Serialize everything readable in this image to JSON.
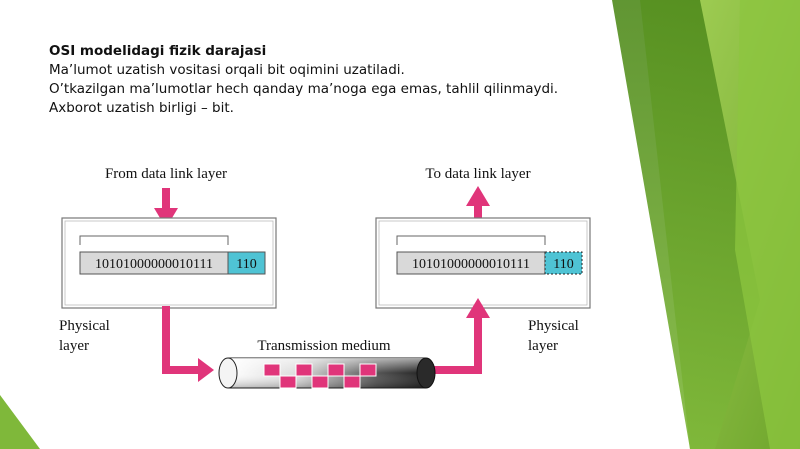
{
  "slide": {
    "title": "OSI modelidagi fizik darajasi",
    "lines": [
      "Ma’lumot uzatish vositasi orqali bit oqimini uzatiladi.",
      "O’tkazilgan ma’lumotlar hech qanday ma’noga ega emas, tahlil qilinmaydi.",
      "Axborot uzatish birligi – bit."
    ]
  },
  "diagram": {
    "from_label": "From data link layer",
    "to_label": "To data link layer",
    "sender_bits": "10101000000010111",
    "sender_header": "110",
    "receiver_bits": "10101000000010111",
    "receiver_header": "110",
    "left_layer_line1": "Physical",
    "left_layer_line2": "layer",
    "right_layer_line1": "Physical",
    "right_layer_line2": "layer",
    "medium_label": "Transmission medium"
  },
  "colors": {
    "arrow": "#e0357a",
    "header_fill": "#4fc3d4",
    "green_dark": "#5a8f1f",
    "green_light": "#9ccc4a"
  }
}
